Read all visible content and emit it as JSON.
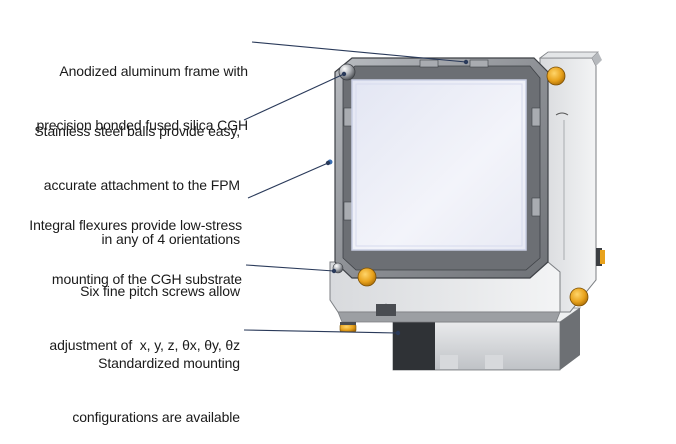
{
  "callouts": [
    {
      "lines": [
        "Anodized aluminum frame with",
        "precision bonded fused silica CGH"
      ]
    },
    {
      "lines": [
        "Stainless steel balls provide easy,",
        "accurate attachment to the FPM",
        "in any of 4 orientations"
      ]
    },
    {
      "lines": [
        "Integral flexures provide low-stress",
        "mounting of the CGH substrate"
      ]
    },
    {
      "lines": [
        "Six fine pitch screws allow",
        "adjustment of  x, y, z, θx, θy, θz"
      ]
    },
    {
      "lines": [
        "Standardized mounting",
        "configurations are available"
      ]
    }
  ],
  "colors": {
    "frame": "#8e9196",
    "frame_dark": "#4a4d52",
    "glass": "#eceff8",
    "glass_edge": "#c9cfe4",
    "screw": "#e8a21c",
    "leader": "#2a3a5a",
    "text": "#1a1a1a"
  }
}
